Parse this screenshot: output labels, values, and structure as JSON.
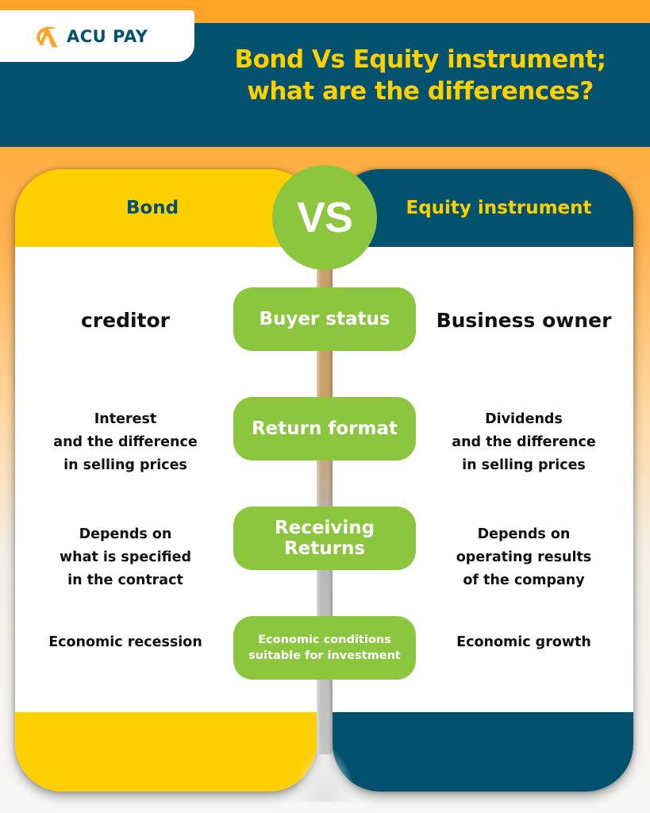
{
  "brand": {
    "logo_text": "ACU PAY",
    "logo_icon": "acu-pay-logo-icon",
    "colors": {
      "orange": "#ffa426",
      "navy": "#02516f",
      "yellow": "#ffcf00",
      "green": "#8cc63f"
    }
  },
  "header": {
    "title_line1": "Bond Vs Equity instrument;",
    "title_line2": "what are the differences?"
  },
  "comparison": {
    "left_title": "Bond",
    "vs_label": "VS",
    "right_title": "Equity instrument",
    "rows": [
      {
        "criterion": "Buyer status",
        "bond": [
          "creditor"
        ],
        "equity": [
          "Business owner"
        ]
      },
      {
        "criterion": "Return format",
        "bond": [
          "Interest",
          "and the difference",
          "in selling prices"
        ],
        "equity": [
          "Dividends",
          "and the difference",
          "in selling prices"
        ]
      },
      {
        "criterion_lines": [
          "Receiving",
          "Returns"
        ],
        "bond": [
          "Depends on",
          "what is specified",
          "in the contract"
        ],
        "equity": [
          "Depends on",
          "operating results",
          "of the company"
        ]
      },
      {
        "criterion_lines": [
          "Economic conditions",
          "suitable for investment"
        ],
        "bond": [
          "Economic recession"
        ],
        "equity": [
          "Economic growth"
        ]
      }
    ]
  }
}
